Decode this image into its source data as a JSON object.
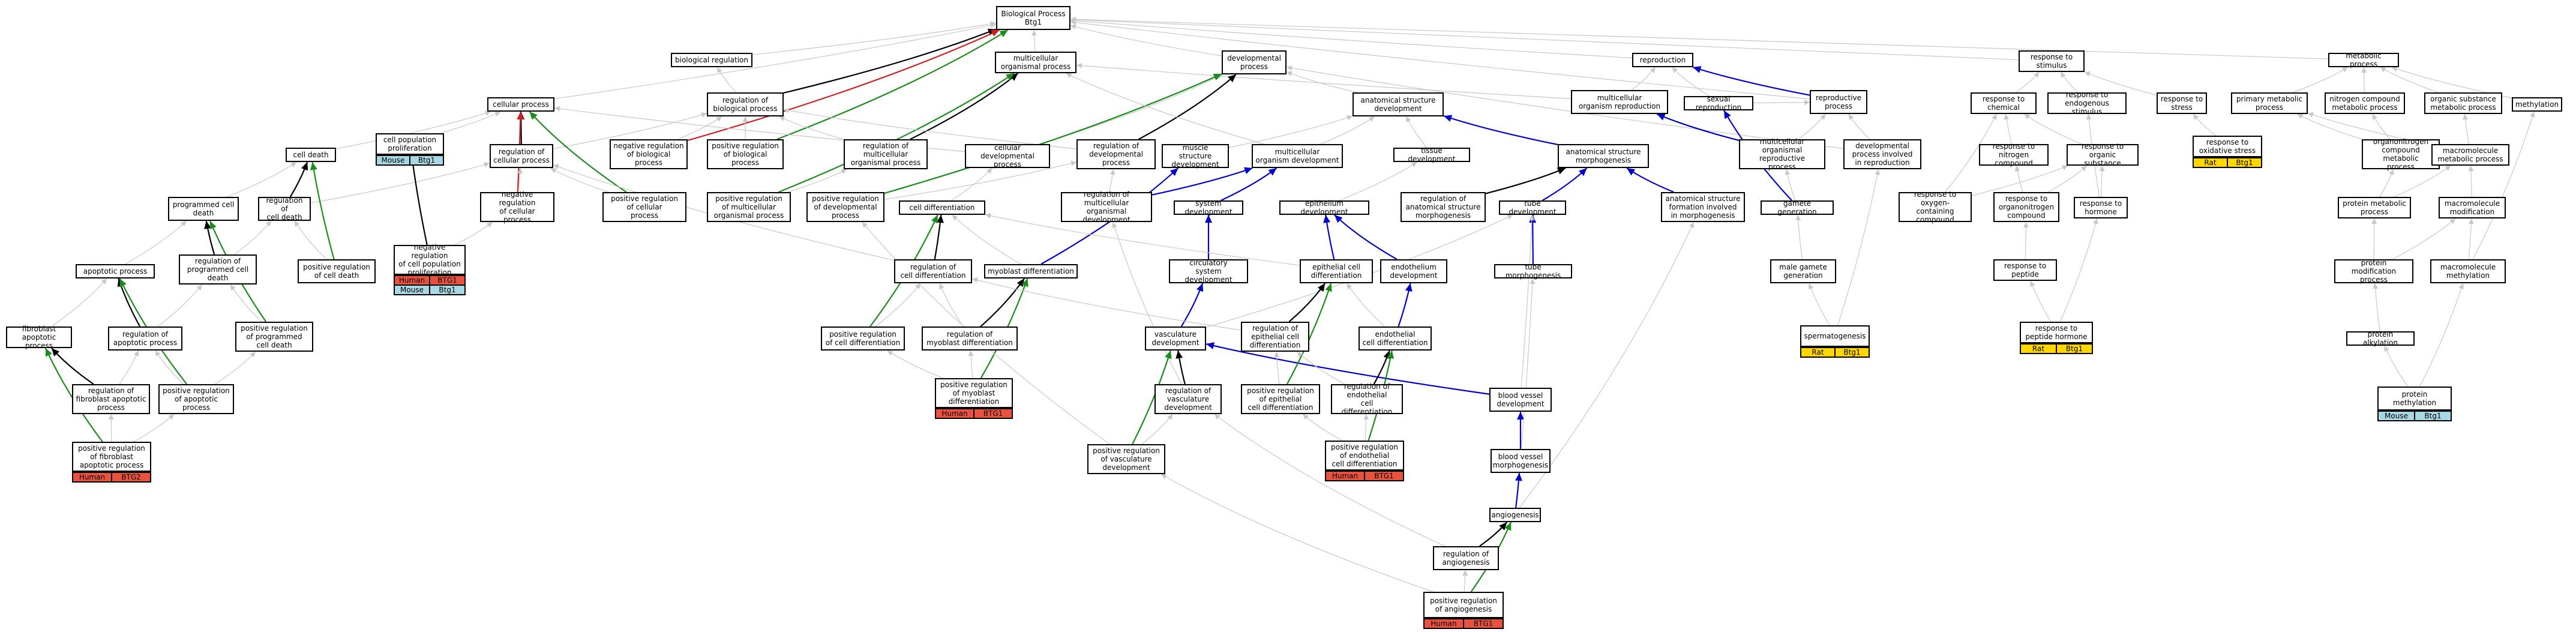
{
  "colors": {
    "human": "#e8523f",
    "mouse": "#a8d8e4",
    "rat": "#ffd700",
    "edge_gray": "#c8c8c8",
    "edge_black": "#000000",
    "edge_blue": "#0000cc",
    "edge_green": "#1a8c1a",
    "edge_red": "#cc2020"
  },
  "nodes": [
    {
      "id": "bp",
      "label": "Biological Process\nBtg1"
    },
    {
      "id": "breg",
      "label": "biological regulation"
    },
    {
      "id": "mop",
      "label": "multicellular\norganismal process"
    },
    {
      "id": "devp",
      "label": "developmental\nprocess"
    },
    {
      "id": "repro",
      "label": "reproduction"
    },
    {
      "id": "rstim",
      "label": "response to\nstimulus"
    },
    {
      "id": "metp",
      "label": "metabolic process"
    },
    {
      "id": "cellp",
      "label": "cellular process"
    },
    {
      "id": "rbp",
      "label": "regulation of\nbiological process"
    },
    {
      "id": "asd",
      "label": "anatomical structure\ndevelopment"
    },
    {
      "id": "mor",
      "label": "multicellular\norganism reproduction"
    },
    {
      "id": "sexr",
      "label": "sexual reproduction"
    },
    {
      "id": "reprp",
      "label": "reproductive\nprocess"
    },
    {
      "id": "rchem",
      "label": "response to\nchemical"
    },
    {
      "id": "rendo",
      "label": "response to\nendogenous stimulus"
    },
    {
      "id": "rstress",
      "label": "response to\nstress"
    },
    {
      "id": "pmp",
      "label": "primary metabolic\nprocess"
    },
    {
      "id": "ncmp",
      "label": "nitrogen compound\nmetabolic process"
    },
    {
      "id": "osmp",
      "label": "organic substance\nmetabolic process"
    },
    {
      "id": "meth",
      "label": "methylation"
    },
    {
      "id": "cdeath",
      "label": "cell death"
    },
    {
      "id": "cpp",
      "label": "cell population\nproliferation",
      "tags": [
        [
          "Mouse",
          "Btg1",
          "mouse"
        ]
      ]
    },
    {
      "id": "rcp",
      "label": "regulation of\ncellular process"
    },
    {
      "id": "nrbp",
      "label": "negative regulation\nof biological\nprocess"
    },
    {
      "id": "prbp",
      "label": "positive regulation\nof biological\nprocess"
    },
    {
      "id": "rmop",
      "label": "regulation of\nmulticellular\norganismal process"
    },
    {
      "id": "cdevp",
      "label": "cellular developmental\nprocess"
    },
    {
      "id": "rdevp",
      "label": "regulation of\ndevelopmental\nprocess"
    },
    {
      "id": "msd",
      "label": "muscle structure\ndevelopment"
    },
    {
      "id": "mod",
      "label": "multicellular\norganism development"
    },
    {
      "id": "tisd",
      "label": "tissue development"
    },
    {
      "id": "asm",
      "label": "anatomical structure\nmorphogenesis"
    },
    {
      "id": "morp",
      "label": "multicellular\norganismal reproductive\nprocess"
    },
    {
      "id": "dpir",
      "label": "developmental\nprocess involved\nin reproduction"
    },
    {
      "id": "ronc",
      "label": "response to\nnitrogen compound"
    },
    {
      "id": "ros",
      "label": "response to\norganic substance"
    },
    {
      "id": "rox",
      "label": "response to\noxidative stress",
      "tags": [
        [
          "Rat",
          "Btg1",
          "rat"
        ]
      ]
    },
    {
      "id": "ocmp",
      "label": "organonitrogen\ncompound metabolic\nprocess"
    },
    {
      "id": "mmp",
      "label": "macromolecule\nmetabolic process"
    },
    {
      "id": "pcd",
      "label": "programmed cell\ndeath"
    },
    {
      "id": "rcd",
      "label": "regulation of\ncell death"
    },
    {
      "id": "nrcpp",
      "label": "negative regulation\nof cell population\nproliferation",
      "tags": [
        [
          "Human",
          "BTG1",
          "human"
        ],
        [
          "Mouse",
          "Btg1",
          "mouse"
        ]
      ]
    },
    {
      "id": "nrcp",
      "label": "negative regulation\nof cellular\nprocess"
    },
    {
      "id": "prcp",
      "label": "positive regulation\nof cellular\nprocess"
    },
    {
      "id": "prmop",
      "label": "positive regulation\nof multicellular\norganismal process"
    },
    {
      "id": "prdevp",
      "label": "positive regulation\nof developmental\nprocess"
    },
    {
      "id": "rmod",
      "label": "regulation of\nmulticellular\norganismal development"
    },
    {
      "id": "sysd",
      "label": "system development"
    },
    {
      "id": "epid",
      "label": "epithelium development"
    },
    {
      "id": "rasm",
      "label": "regulation of\nanatomical structure\nmorphogenesis"
    },
    {
      "id": "tubed",
      "label": "tube development"
    },
    {
      "id": "asfm",
      "label": "anatomical structure\nformation involved\nin morphogenesis"
    },
    {
      "id": "gameteg",
      "label": "gamete generation"
    },
    {
      "id": "rocc",
      "label": "response to\noxygen-containing\ncompound"
    },
    {
      "id": "roc",
      "label": "response to\norganonitrogen\ncompound"
    },
    {
      "id": "rhorm",
      "label": "response to\nhormone"
    },
    {
      "id": "pmetp",
      "label": "protein metabolic\nprocess"
    },
    {
      "id": "mmod",
      "label": "macromolecule\nmodification"
    },
    {
      "id": "apop",
      "label": "apoptotic process"
    },
    {
      "id": "rpcd",
      "label": "regulation of\nprogrammed cell\ndeath"
    },
    {
      "id": "prcd",
      "label": "positive regulation\nof cell death"
    },
    {
      "id": "cdiff",
      "label": "cell differentiation"
    },
    {
      "id": "rcdiff",
      "label": "regulation of\ncell differentiation"
    },
    {
      "id": "myod",
      "label": "myoblast differentiation"
    },
    {
      "id": "circ",
      "label": "circulatory\nsystem development"
    },
    {
      "id": "epcd",
      "label": "epithelial cell\ndifferentiation"
    },
    {
      "id": "endod",
      "label": "endothelium\ndevelopment"
    },
    {
      "id": "tubem",
      "label": "tube morphogenesis"
    },
    {
      "id": "mgg",
      "label": "male gamete\ngeneration"
    },
    {
      "id": "rpep",
      "label": "response to\npeptide"
    },
    {
      "id": "pmod",
      "label": "protein modification\nprocess"
    },
    {
      "id": "mmeth",
      "label": "macromolecule\nmethylation"
    },
    {
      "id": "fap",
      "label": "fibroblast apoptotic\nprocess"
    },
    {
      "id": "rap",
      "label": "regulation of\napoptotic process"
    },
    {
      "id": "prpcd",
      "label": "positive regulation\nof programmed\ncell death"
    },
    {
      "id": "prcdiff",
      "label": "positive regulation\nof cell differentiation"
    },
    {
      "id": "rmyod",
      "label": "regulation of\nmyoblast differentiation"
    },
    {
      "id": "vasc",
      "label": "vasculature\ndevelopment"
    },
    {
      "id": "recd",
      "label": "regulation of\nepithelial cell\ndifferentiation"
    },
    {
      "id": "endocd",
      "label": "endothelial\ncell differentiation"
    },
    {
      "id": "bvd",
      "label": "blood vessel\ndevelopment"
    },
    {
      "id": "spermat",
      "label": "spermatogenesis",
      "tags": [
        [
          "Rat",
          "Btg1",
          "rat"
        ]
      ]
    },
    {
      "id": "rph",
      "label": "response to\npeptide hormone",
      "tags": [
        [
          "Rat",
          "Btg1",
          "rat"
        ]
      ]
    },
    {
      "id": "palk",
      "label": "protein alkylation"
    },
    {
      "id": "rfap",
      "label": "regulation of\nfibroblast apoptotic\nprocess"
    },
    {
      "id": "prap",
      "label": "positive regulation\nof apoptotic\nprocess"
    },
    {
      "id": "prmyod",
      "label": "positive regulation\nof myoblast\ndifferentiation",
      "tags": [
        [
          "Human",
          "BTG1",
          "human"
        ]
      ]
    },
    {
      "id": "rvasc",
      "label": "regulation of\nvasculature\ndevelopment"
    },
    {
      "id": "precd",
      "label": "positive regulation\nof epithelial\ncell differentiation"
    },
    {
      "id": "rendocd",
      "label": "regulation of\nendothelial\ncell differentiation"
    },
    {
      "id": "bvm",
      "label": "blood vessel\nmorphogenesis"
    },
    {
      "id": "pmeth",
      "label": "protein methylation",
      "tags": [
        [
          "Mouse",
          "Btg1",
          "mouse"
        ]
      ]
    },
    {
      "id": "prfap",
      "label": "positive regulation\nof fibroblast\napoptotic process",
      "tags": [
        [
          "Human",
          "BTG2",
          "human"
        ]
      ]
    },
    {
      "id": "prvasc",
      "label": "positive regulation\nof vasculature\ndevelopment"
    },
    {
      "id": "prendocd",
      "label": "positive regulation\nof endothelial\ncell differentiation",
      "tags": [
        [
          "Human",
          "BTG1",
          "human"
        ]
      ]
    },
    {
      "id": "angio",
      "label": "angiogenesis"
    },
    {
      "id": "rangio",
      "label": "regulation of\nangiogenesis"
    },
    {
      "id": "prangio",
      "label": "positive regulation\nof angiogenesis",
      "tags": [
        [
          "Human",
          "BTG1",
          "human"
        ]
      ]
    }
  ],
  "edges": [
    [
      "breg",
      "bp",
      "gray"
    ],
    [
      "mop",
      "bp",
      "gray"
    ],
    [
      "devp",
      "bp",
      "gray"
    ],
    [
      "repro",
      "bp",
      "gray"
    ],
    [
      "rstim",
      "bp",
      "gray"
    ],
    [
      "metp",
      "bp",
      "gray"
    ],
    [
      "cellp",
      "bp",
      "gray"
    ],
    [
      "rbp",
      "bp",
      "black"
    ],
    [
      "nrbp",
      "bp",
      "red"
    ],
    [
      "prbp",
      "bp",
      "green"
    ],
    [
      "rbp",
      "breg",
      "gray"
    ],
    [
      "rmop",
      "mop",
      "black"
    ],
    [
      "rmop",
      "rbp",
      "gray"
    ],
    [
      "prmop",
      "mop",
      "green"
    ],
    [
      "mor",
      "mop",
      "gray"
    ],
    [
      "asd",
      "devp",
      "gray"
    ],
    [
      "cdevp",
      "devp",
      "gray"
    ],
    [
      "rdevp",
      "devp",
      "black"
    ],
    [
      "rdevp",
      "rbp",
      "gray"
    ],
    [
      "prdevp",
      "devp",
      "green"
    ],
    [
      "dpir",
      "devp",
      "gray"
    ],
    [
      "mor",
      "repro",
      "gray"
    ],
    [
      "sexr",
      "repro",
      "gray"
    ],
    [
      "reprp",
      "repro",
      "blue"
    ],
    [
      "reprp",
      "bp",
      "gray"
    ],
    [
      "rchem",
      "rstim",
      "gray"
    ],
    [
      "rendo",
      "rstim",
      "gray"
    ],
    [
      "rstress",
      "rstim",
      "gray"
    ],
    [
      "pmp",
      "metp",
      "gray"
    ],
    [
      "ncmp",
      "metp",
      "gray"
    ],
    [
      "osmp",
      "metp",
      "gray"
    ],
    [
      "meth",
      "metp",
      "gray"
    ],
    [
      "rcp",
      "cellp",
      "black"
    ],
    [
      "rcp",
      "rbp",
      "gray"
    ],
    [
      "nrcp",
      "cellp",
      "red"
    ],
    [
      "prcp",
      "cellp",
      "green"
    ],
    [
      "cdeath",
      "cellp",
      "gray"
    ],
    [
      "cpp",
      "cellp",
      "gray"
    ],
    [
      "cdevp",
      "cellp",
      "gray"
    ],
    [
      "nrbp",
      "rbp",
      "gray"
    ],
    [
      "prbp",
      "rbp",
      "gray"
    ],
    [
      "mod",
      "asd",
      "gray"
    ],
    [
      "mod",
      "mop",
      "gray"
    ],
    [
      "asm",
      "asd",
      "blue"
    ],
    [
      "tisd",
      "asd",
      "gray"
    ],
    [
      "msd",
      "asd",
      "gray"
    ],
    [
      "morp",
      "mor",
      "blue"
    ],
    [
      "morp",
      "reprp",
      "gray"
    ],
    [
      "sexr",
      "reprp",
      "gray"
    ],
    [
      "dpir",
      "reprp",
      "gray"
    ],
    [
      "gameteg",
      "sexr",
      "blue"
    ],
    [
      "gameteg",
      "morp",
      "gray"
    ],
    [
      "ronc",
      "rchem",
      "gray"
    ],
    [
      "ros",
      "rchem",
      "gray"
    ],
    [
      "rox",
      "rstress",
      "gray"
    ],
    [
      "rocc",
      "rchem",
      "gray"
    ],
    [
      "ocmp",
      "ncmp",
      "gray"
    ],
    [
      "ocmp",
      "pmp",
      "gray"
    ],
    [
      "mmp",
      "osmp",
      "gray"
    ],
    [
      "mmp",
      "pmp",
      "gray"
    ],
    [
      "pmetp",
      "ocmp",
      "gray"
    ],
    [
      "pmetp",
      "mmp",
      "gray"
    ],
    [
      "mmod",
      "mmp",
      "gray"
    ],
    [
      "pcd",
      "cdeath",
      "gray"
    ],
    [
      "rcd",
      "cdeath",
      "black"
    ],
    [
      "rcd",
      "rcp",
      "gray"
    ],
    [
      "prcd",
      "cdeath",
      "green"
    ],
    [
      "prcd",
      "rcd",
      "gray"
    ],
    [
      "nrcpp",
      "cpp",
      "black"
    ],
    [
      "nrcpp",
      "nrcp",
      "gray"
    ],
    [
      "nrcp",
      "rcp",
      "gray"
    ],
    [
      "prcp",
      "rcp",
      "gray"
    ],
    [
      "prmop",
      "rmop",
      "gray"
    ],
    [
      "prdevp",
      "rdevp",
      "gray"
    ],
    [
      "rmod",
      "mod",
      "blue"
    ],
    [
      "rmod",
      "rdevp",
      "gray"
    ],
    [
      "sysd",
      "mod",
      "blue"
    ],
    [
      "epid",
      "tisd",
      "gray"
    ],
    [
      "rasm",
      "asm",
      "black"
    ],
    [
      "tubed",
      "asm",
      "blue"
    ],
    [
      "asfm",
      "asm",
      "blue"
    ],
    [
      "rocc",
      "ros",
      "gray"
    ],
    [
      "roc",
      "ronc",
      "gray"
    ],
    [
      "roc",
      "ros",
      "gray"
    ],
    [
      "rhorm",
      "ros",
      "gray"
    ],
    [
      "rhorm",
      "rendo",
      "gray"
    ],
    [
      "apop",
      "pcd",
      "gray"
    ],
    [
      "rpcd",
      "pcd",
      "black"
    ],
    [
      "rpcd",
      "rcd",
      "gray"
    ],
    [
      "prpcd",
      "pcd",
      "green"
    ],
    [
      "prpcd",
      "rpcd",
      "gray"
    ],
    [
      "cdiff",
      "cdevp",
      "gray"
    ],
    [
      "rcdiff",
      "cdiff",
      "black"
    ],
    [
      "rcdiff",
      "rcp",
      "gray"
    ],
    [
      "prcdiff",
      "cdiff",
      "green"
    ],
    [
      "prcdiff",
      "rcdiff",
      "gray"
    ],
    [
      "myod",
      "cdiff",
      "gray"
    ],
    [
      "myod",
      "msd",
      "blue"
    ],
    [
      "circ",
      "sysd",
      "blue"
    ],
    [
      "epcd",
      "epid",
      "blue"
    ],
    [
      "epcd",
      "cdiff",
      "gray"
    ],
    [
      "endod",
      "epid",
      "blue"
    ],
    [
      "tubem",
      "tubed",
      "blue"
    ],
    [
      "mgg",
      "gameteg",
      "gray"
    ],
    [
      "rpep",
      "roc",
      "gray"
    ],
    [
      "pmod",
      "pmetp",
      "gray"
    ],
    [
      "pmod",
      "mmod",
      "gray"
    ],
    [
      "mmeth",
      "mmod",
      "gray"
    ],
    [
      "mmeth",
      "meth",
      "gray"
    ],
    [
      "fap",
      "apop",
      "gray"
    ],
    [
      "rap",
      "apop",
      "black"
    ],
    [
      "rap",
      "rpcd",
      "gray"
    ],
    [
      "prap",
      "apop",
      "green"
    ],
    [
      "prap",
      "rap",
      "gray"
    ],
    [
      "prap",
      "prpcd",
      "gray"
    ],
    [
      "rmyod",
      "myod",
      "black"
    ],
    [
      "rmyod",
      "rcdiff",
      "gray"
    ],
    [
      "prmyod",
      "myod",
      "green"
    ],
    [
      "prmyod",
      "rmyod",
      "gray"
    ],
    [
      "prmyod",
      "prcdiff",
      "gray"
    ],
    [
      "vasc",
      "circ",
      "blue"
    ],
    [
      "vasc",
      "tubed",
      "gray"
    ],
    [
      "recd",
      "epcd",
      "black"
    ],
    [
      "recd",
      "rcdiff",
      "gray"
    ],
    [
      "endocd",
      "epcd",
      "gray"
    ],
    [
      "endocd",
      "endod",
      "blue"
    ],
    [
      "bvd",
      "vasc",
      "blue"
    ],
    [
      "bvd",
      "tubed",
      "gray"
    ],
    [
      "spermat",
      "mgg",
      "gray"
    ],
    [
      "spermat",
      "dpir",
      "gray"
    ],
    [
      "rph",
      "rpep",
      "gray"
    ],
    [
      "rph",
      "rhorm",
      "gray"
    ],
    [
      "palk",
      "pmod",
      "gray"
    ],
    [
      "pmeth",
      "palk",
      "gray"
    ],
    [
      "pmeth",
      "mmeth",
      "gray"
    ],
    [
      "rfap",
      "fap",
      "black"
    ],
    [
      "rfap",
      "rap",
      "gray"
    ],
    [
      "prfap",
      "fap",
      "green"
    ],
    [
      "prfap",
      "rfap",
      "gray"
    ],
    [
      "prfap",
      "prap",
      "gray"
    ],
    [
      "rvasc",
      "vasc",
      "black"
    ],
    [
      "rvasc",
      "rmod",
      "gray"
    ],
    [
      "precd",
      "epcd",
      "green"
    ],
    [
      "precd",
      "recd",
      "gray"
    ],
    [
      "rendocd",
      "endocd",
      "black"
    ],
    [
      "rendocd",
      "recd",
      "gray"
    ],
    [
      "bvm",
      "bvd",
      "blue"
    ],
    [
      "bvm",
      "tubem",
      "gray"
    ],
    [
      "prvasc",
      "vasc",
      "green"
    ],
    [
      "prvasc",
      "rvasc",
      "gray"
    ],
    [
      "prvasc",
      "prdevp",
      "gray"
    ],
    [
      "prendocd",
      "endocd",
      "green"
    ],
    [
      "prendocd",
      "rendocd",
      "gray"
    ],
    [
      "prendocd",
      "precd",
      "gray"
    ],
    [
      "angio",
      "bvm",
      "blue"
    ],
    [
      "angio",
      "asfm",
      "gray"
    ],
    [
      "rangio",
      "angio",
      "black"
    ],
    [
      "rangio",
      "rvasc",
      "gray"
    ],
    [
      "prangio",
      "angio",
      "green"
    ],
    [
      "prangio",
      "rangio",
      "gray"
    ],
    [
      "prangio",
      "prvasc",
      "gray"
    ]
  ]
}
